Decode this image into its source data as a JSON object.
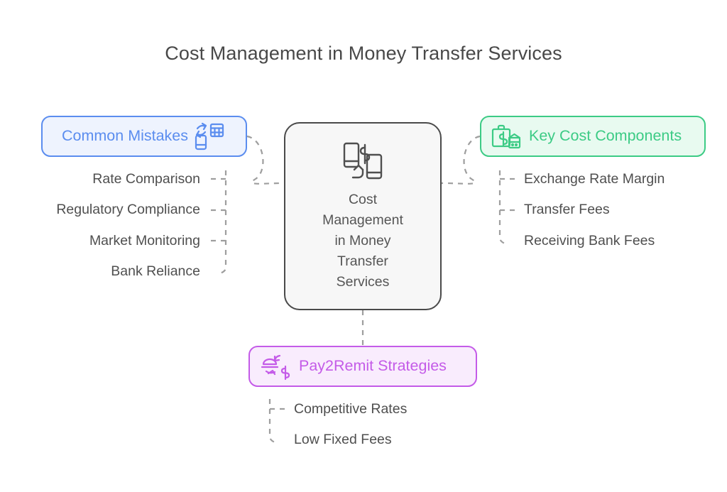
{
  "title": "Cost Management in Money Transfer Services",
  "background_color": "#ffffff",
  "center": {
    "label": "Cost Management in Money Transfer Services",
    "icon": "mobile-money-transfer-icon",
    "fill": "#f7f7f7",
    "border": "#4a4a4a",
    "text_color": "#555555"
  },
  "branches": [
    {
      "id": "common-mistakes",
      "label": "Common Mistakes",
      "icon": "phone-exchange-calculator-icon",
      "accent": "#5b8def",
      "fill": "#eef3fe",
      "position": "left",
      "items": [
        "Rate Comparison",
        "Regulatory Compliance",
        "Market Monitoring",
        "Bank Reliance"
      ]
    },
    {
      "id": "key-cost-components",
      "label": "Key Cost Components",
      "icon": "money-bag-bank-icon",
      "accent": "#3ccb85",
      "fill": "#e8faf0",
      "position": "right",
      "items": [
        "Exchange Rate Margin",
        "Transfer Fees",
        "Receiving Bank Fees"
      ]
    },
    {
      "id": "pay2remit-strategies",
      "label": "Pay2Remit Strategies",
      "icon": "currency-exchange-icon",
      "accent": "#c45be8",
      "fill": "#f9ecfd",
      "position": "bottom",
      "items": [
        "Competitive Rates",
        "Low Fixed Fees"
      ]
    }
  ],
  "connector": {
    "color": "#9e9e9e",
    "style": "dashed"
  }
}
